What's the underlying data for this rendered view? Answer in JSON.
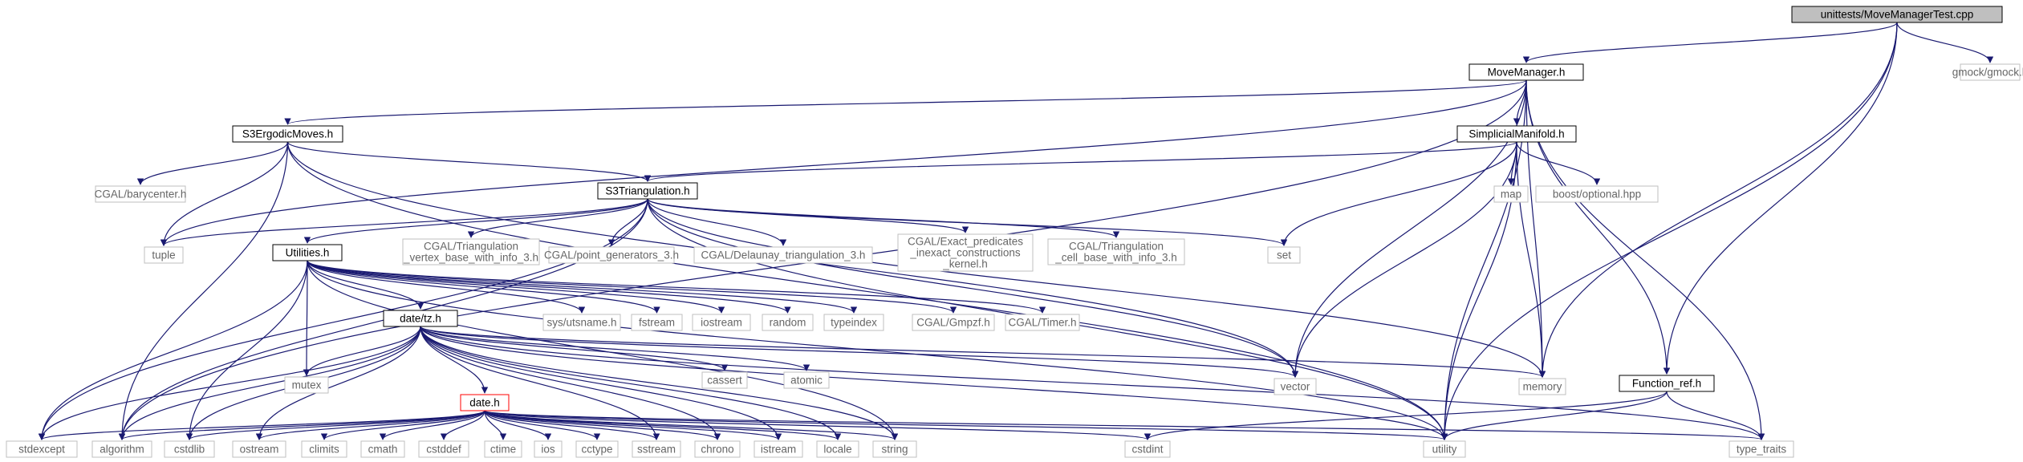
{
  "colors": {
    "edge": "#191970",
    "internal_border": "#000000",
    "external_border": "#bfbfbf",
    "root_fill": "#bfbfbf",
    "incomplete_border": "#ff0000"
  },
  "nodes": [
    {
      "id": "root",
      "label": "unittests/MoveManagerTest.cpp",
      "kind": "root"
    },
    {
      "id": "movemanager",
      "label": "MoveManager.h",
      "kind": "int"
    },
    {
      "id": "gmock",
      "label": "gmock/gmock.h",
      "kind": "ext"
    },
    {
      "id": "s3ergodic",
      "label": "S3ErgodicMoves.h",
      "kind": "int"
    },
    {
      "id": "simplicial",
      "label": "SimplicialManifold.h",
      "kind": "int"
    },
    {
      "id": "barycenter",
      "label": "CGAL/barycenter.h",
      "kind": "ext"
    },
    {
      "id": "s3tri",
      "label": "S3Triangulation.h",
      "kind": "int"
    },
    {
      "id": "map",
      "label": "map",
      "kind": "ext"
    },
    {
      "id": "boostopt",
      "label": "boost/optional.hpp",
      "kind": "ext"
    },
    {
      "id": "tuple",
      "label": "tuple",
      "kind": "ext"
    },
    {
      "id": "utilities",
      "label": "Utilities.h",
      "kind": "int"
    },
    {
      "id": "tvb",
      "label": [
        "CGAL/Triangulation",
        "_vertex_base_with_info_3.h"
      ],
      "kind": "ext"
    },
    {
      "id": "pointgen",
      "label": "CGAL/point_generators_3.h",
      "kind": "ext"
    },
    {
      "id": "delaunay",
      "label": "CGAL/Delaunay_triangulation_3.h",
      "kind": "ext"
    },
    {
      "id": "exactpred",
      "label": [
        "CGAL/Exact_predicates",
        "_inexact_constructions",
        "_kernel.h"
      ],
      "kind": "ext"
    },
    {
      "id": "tcb",
      "label": [
        "CGAL/Triangulation",
        "_cell_base_with_info_3.h"
      ],
      "kind": "ext"
    },
    {
      "id": "set",
      "label": "set",
      "kind": "ext"
    },
    {
      "id": "datetz",
      "label": "date/tz.h",
      "kind": "int"
    },
    {
      "id": "utsname",
      "label": "sys/utsname.h",
      "kind": "ext"
    },
    {
      "id": "fstream",
      "label": "fstream",
      "kind": "ext"
    },
    {
      "id": "iostream",
      "label": "iostream",
      "kind": "ext"
    },
    {
      "id": "random",
      "label": "random",
      "kind": "ext"
    },
    {
      "id": "typeindex",
      "label": "typeindex",
      "kind": "ext"
    },
    {
      "id": "gmpzf",
      "label": "CGAL/Gmpzf.h",
      "kind": "ext"
    },
    {
      "id": "timer",
      "label": "CGAL/Timer.h",
      "kind": "ext"
    },
    {
      "id": "mutex",
      "label": "mutex",
      "kind": "ext"
    },
    {
      "id": "cassert",
      "label": "cassert",
      "kind": "ext"
    },
    {
      "id": "atomic",
      "label": "atomic",
      "kind": "ext"
    },
    {
      "id": "vector",
      "label": "vector",
      "kind": "ext"
    },
    {
      "id": "memory",
      "label": "memory",
      "kind": "ext"
    },
    {
      "id": "functionref",
      "label": "Function_ref.h",
      "kind": "int"
    },
    {
      "id": "dateh",
      "label": "date.h",
      "kind": "red"
    },
    {
      "id": "stdexcept",
      "label": "stdexcept",
      "kind": "ext"
    },
    {
      "id": "algorithm",
      "label": "algorithm",
      "kind": "ext"
    },
    {
      "id": "cstdlib",
      "label": "cstdlib",
      "kind": "ext"
    },
    {
      "id": "ostream",
      "label": "ostream",
      "kind": "ext"
    },
    {
      "id": "climits",
      "label": "climits",
      "kind": "ext"
    },
    {
      "id": "cmath",
      "label": "cmath",
      "kind": "ext"
    },
    {
      "id": "cstddef",
      "label": "cstddef",
      "kind": "ext"
    },
    {
      "id": "ctime",
      "label": "ctime",
      "kind": "ext"
    },
    {
      "id": "ios",
      "label": "ios",
      "kind": "ext"
    },
    {
      "id": "cctype",
      "label": "cctype",
      "kind": "ext"
    },
    {
      "id": "sstream",
      "label": "sstream",
      "kind": "ext"
    },
    {
      "id": "chrono",
      "label": "chrono",
      "kind": "ext"
    },
    {
      "id": "istream",
      "label": "istream",
      "kind": "ext"
    },
    {
      "id": "locale",
      "label": "locale",
      "kind": "ext"
    },
    {
      "id": "string",
      "label": "string",
      "kind": "ext"
    },
    {
      "id": "cstdint",
      "label": "cstdint",
      "kind": "ext"
    },
    {
      "id": "utility",
      "label": "utility",
      "kind": "ext"
    },
    {
      "id": "typetraits",
      "label": "type_traits",
      "kind": "ext"
    }
  ],
  "edges": [
    [
      "root",
      "movemanager"
    ],
    [
      "root",
      "gmock"
    ],
    [
      "root",
      "memory"
    ],
    [
      "root",
      "utility"
    ],
    [
      "root",
      "functionref"
    ],
    [
      "movemanager",
      "s3ergodic"
    ],
    [
      "movemanager",
      "simplicial"
    ],
    [
      "movemanager",
      "tuple"
    ],
    [
      "movemanager",
      "vector"
    ],
    [
      "movemanager",
      "memory"
    ],
    [
      "movemanager",
      "utility"
    ],
    [
      "movemanager",
      "typetraits"
    ],
    [
      "movemanager",
      "algorithm"
    ],
    [
      "movemanager",
      "functionref"
    ],
    [
      "s3ergodic",
      "barycenter"
    ],
    [
      "s3ergodic",
      "s3tri"
    ],
    [
      "s3ergodic",
      "tuple"
    ],
    [
      "s3ergodic",
      "algorithm"
    ],
    [
      "s3ergodic",
      "vector"
    ],
    [
      "s3ergodic",
      "utility"
    ],
    [
      "simplicial",
      "s3tri"
    ],
    [
      "simplicial",
      "map"
    ],
    [
      "simplicial",
      "boostopt"
    ],
    [
      "simplicial",
      "set"
    ],
    [
      "simplicial",
      "vector"
    ],
    [
      "simplicial",
      "memory"
    ],
    [
      "simplicial",
      "utility"
    ],
    [
      "s3tri",
      "tuple"
    ],
    [
      "s3tri",
      "utilities"
    ],
    [
      "s3tri",
      "tvb"
    ],
    [
      "s3tri",
      "pointgen"
    ],
    [
      "s3tri",
      "delaunay"
    ],
    [
      "s3tri",
      "exactpred"
    ],
    [
      "s3tri",
      "tcb"
    ],
    [
      "s3tri",
      "set"
    ],
    [
      "s3tri",
      "vector"
    ],
    [
      "s3tri",
      "memory"
    ],
    [
      "s3tri",
      "stdexcept"
    ],
    [
      "s3tri",
      "algorithm"
    ],
    [
      "s3tri",
      "utility"
    ],
    [
      "utilities",
      "datetz"
    ],
    [
      "utilities",
      "utsname"
    ],
    [
      "utilities",
      "fstream"
    ],
    [
      "utilities",
      "iostream"
    ],
    [
      "utilities",
      "random"
    ],
    [
      "utilities",
      "typeindex"
    ],
    [
      "utilities",
      "gmpzf"
    ],
    [
      "utilities",
      "timer"
    ],
    [
      "utilities",
      "mutex"
    ],
    [
      "utilities",
      "stdexcept"
    ],
    [
      "utilities",
      "cstdlib"
    ],
    [
      "utilities",
      "string"
    ],
    [
      "utilities",
      "utility"
    ],
    [
      "datetz",
      "dateh"
    ],
    [
      "datetz",
      "mutex"
    ],
    [
      "datetz",
      "cassert"
    ],
    [
      "datetz",
      "atomic"
    ],
    [
      "datetz",
      "vector"
    ],
    [
      "datetz",
      "memory"
    ],
    [
      "datetz",
      "typetraits"
    ],
    [
      "datetz",
      "stdexcept"
    ],
    [
      "datetz",
      "algorithm"
    ],
    [
      "datetz",
      "ostream"
    ],
    [
      "datetz",
      "sstream"
    ],
    [
      "datetz",
      "chrono"
    ],
    [
      "datetz",
      "istream"
    ],
    [
      "datetz",
      "locale"
    ],
    [
      "datetz",
      "string"
    ],
    [
      "datetz",
      "utility"
    ],
    [
      "datetz",
      "cstdlib"
    ],
    [
      "dateh",
      "stdexcept"
    ],
    [
      "dateh",
      "algorithm"
    ],
    [
      "dateh",
      "cstdlib"
    ],
    [
      "dateh",
      "ostream"
    ],
    [
      "dateh",
      "climits"
    ],
    [
      "dateh",
      "cmath"
    ],
    [
      "dateh",
      "cstddef"
    ],
    [
      "dateh",
      "ctime"
    ],
    [
      "dateh",
      "ios"
    ],
    [
      "dateh",
      "cctype"
    ],
    [
      "dateh",
      "sstream"
    ],
    [
      "dateh",
      "chrono"
    ],
    [
      "dateh",
      "istream"
    ],
    [
      "dateh",
      "locale"
    ],
    [
      "dateh",
      "string"
    ],
    [
      "dateh",
      "cstdint"
    ],
    [
      "dateh",
      "utility"
    ],
    [
      "dateh",
      "typetraits"
    ],
    [
      "functionref",
      "cstdint"
    ],
    [
      "functionref",
      "utility"
    ],
    [
      "functionref",
      "typetraits"
    ]
  ]
}
